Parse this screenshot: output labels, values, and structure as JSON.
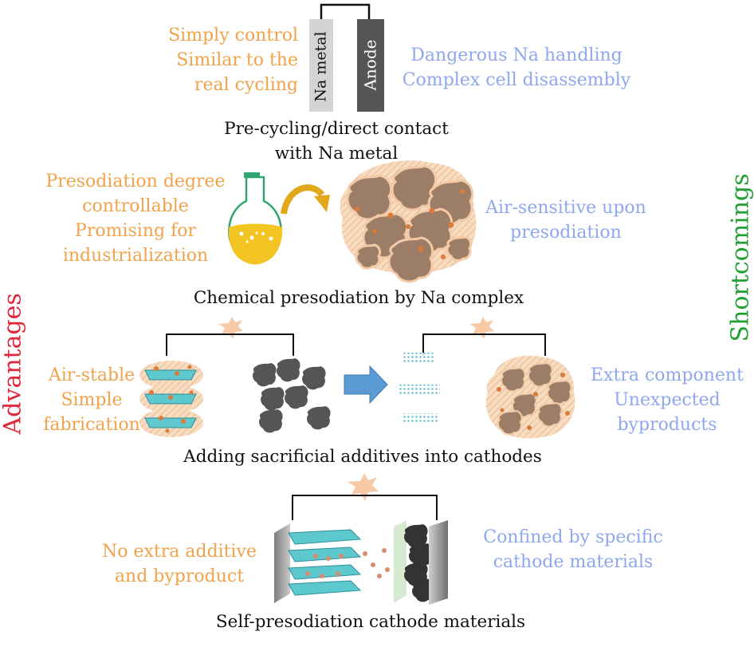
{
  "side_labels": {
    "advantages": "Advantages",
    "shortcomings": "Shortcomings"
  },
  "colors": {
    "advantage_text": "#f0a34a",
    "shortcoming_text": "#8ea7ee",
    "advantages_label": "#e0283c",
    "shortcomings_label": "#22a033",
    "particle_brown": "#9c7d68",
    "particle_halo": "#f5d3b2",
    "sodium_dot": "#dd7a3a",
    "additive_teal": "#5ec8cf",
    "arrow_blue": "#5b9bd5",
    "flask_liquid": "#f3c522",
    "spark": "#f7c9a5"
  },
  "methods": [
    {
      "id": "precycling",
      "caption": [
        "Pre-cycling/direct contact",
        "with Na metal"
      ],
      "advantages": [
        "Simply control",
        "Similar to the",
        "real cycling"
      ],
      "shortcomings": [
        "Dangerous Na handling",
        "Complex cell disassembly"
      ],
      "electrodes": {
        "left": "Na metal",
        "right": "Anode"
      }
    },
    {
      "id": "chemical",
      "caption": [
        "Chemical presodiation by Na complex"
      ],
      "advantages": [
        "Presodiation degree",
        "controllable",
        "Promising for",
        "industrialization"
      ],
      "shortcomings": [
        "Air-sensitive upon",
        "presodiation"
      ],
      "icons": [
        "flask-icon",
        "curved-arrow-icon",
        "presodiated-particle-icon"
      ]
    },
    {
      "id": "additives",
      "caption": [
        "Adding sacrificial additives into cathodes"
      ],
      "advantages": [
        "Air-stable",
        "Simple",
        "fabrication"
      ],
      "shortcomings": [
        "Extra component",
        "Unexpected",
        "byproducts"
      ],
      "icons": [
        "layered-additive-icon",
        "cathode-particles-icon",
        "right-arrow-icon",
        "residue-icon",
        "cycled-particle-icon",
        "spark-icon"
      ]
    },
    {
      "id": "self",
      "caption": [
        "Self-presodiation cathode materials"
      ],
      "advantages": [
        "No extra additive",
        "and byproduct"
      ],
      "shortcomings": [
        "Confined by specific",
        "cathode materials"
      ],
      "icons": [
        "layered-cathode-icon",
        "sodium-ions-icon",
        "anode-icon",
        "spark-icon"
      ]
    }
  ]
}
